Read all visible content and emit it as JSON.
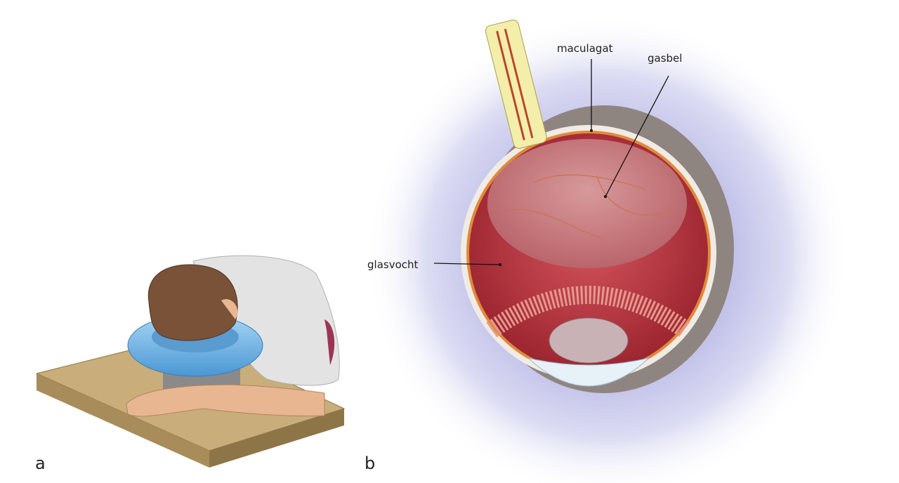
{
  "panels": {
    "a": "a",
    "b": "b"
  },
  "labels": {
    "macular_hole": "maculagat",
    "gas_bubble": "gasbel",
    "vitreous": "glasvocht"
  },
  "colors": {
    "halo": "#c9c9ec",
    "sclera": "#8f8580",
    "retina_red": "#c23a44",
    "gas_bubble": "#d08a8e",
    "cushion": "#6fb4e6",
    "table": "#c9ad7a",
    "hair": "#7a5238",
    "skin": "#e8b791",
    "shirt": "#e3e3e3"
  }
}
